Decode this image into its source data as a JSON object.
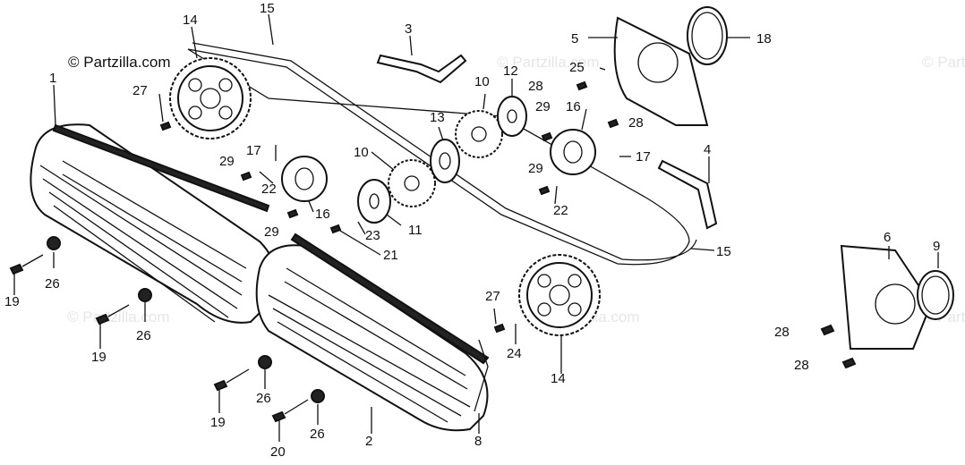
{
  "copyright": "© Partzilla.com",
  "watermark": "© Partzilla.com",
  "callouts": [
    "1",
    "2",
    "3",
    "4",
    "5",
    "6",
    "8",
    "9",
    "10",
    "11",
    "12",
    "13",
    "14",
    "15",
    "16",
    "17",
    "18",
    "19",
    "20",
    "21",
    "22",
    "23",
    "24",
    "25",
    "26",
    "27",
    "28",
    "29"
  ]
}
